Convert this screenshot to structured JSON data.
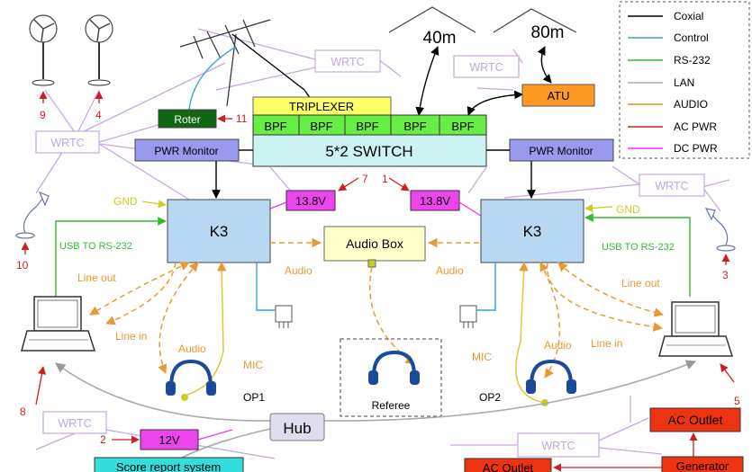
{
  "legend": {
    "items": [
      {
        "label": "Coxial",
        "color": "#000000"
      },
      {
        "label": "Control",
        "color": "#3aa0d8"
      },
      {
        "label": "RS-232",
        "color": "#33bb33"
      },
      {
        "label": "LAN",
        "color": "#aaaaaa"
      },
      {
        "label": "AUDIO",
        "color": "#d49a20"
      },
      {
        "label": "AC PWR",
        "color": "#cc2020"
      },
      {
        "label": "DC PWR",
        "color": "#ee33ee"
      }
    ]
  },
  "antennas": {
    "band_40": "40m",
    "band_80": "80m"
  },
  "blocks": {
    "triplexer": "TRIPLEXER",
    "bpf": [
      "BPF",
      "BPF",
      "BPF",
      "BPF",
      "BPF"
    ],
    "switch": "5*2 SWITCH",
    "atu": "ATU",
    "roter": "Roter",
    "pwr_monitor_left": "PWR Monitor",
    "pwr_monitor_right": "PWR Monitor",
    "k3_left": "K3",
    "k3_right": "K3",
    "audio_box": "Audio Box",
    "dc_left": "13.8V",
    "dc_right": "13.8V",
    "hub": "Hub",
    "dc_12v": "12V",
    "score": "Score report system",
    "ac_outlet_bottom": "AC Outlet",
    "ac_outlet_right": "AC Outlet",
    "generator": "Generator"
  },
  "wrtc": [
    "WRTC",
    "WRTC",
    "WRTC",
    "WRTC",
    "WRTC",
    "WRTC"
  ],
  "labels": {
    "gnd_left": "GND",
    "gnd_right": "GND",
    "usb_left": "USB TO RS-232",
    "usb_right": "USB TO RS-232",
    "audio_a": "Audio",
    "audio_b": "Audio",
    "audio_c": "Audio",
    "audio_d": "Audio",
    "line_out_left": "Line out",
    "line_in_left": "Line in",
    "line_out_right": "Line out",
    "line_in_right": "Line in",
    "mic_left": "MIC",
    "mic_right": "MIC",
    "op1": "OP1",
    "op2": "OP2",
    "referee": "Referee"
  },
  "markers": [
    "1",
    "2",
    "3",
    "4",
    "5",
    "7",
    "8",
    "9",
    "10",
    "11"
  ],
  "colors": {
    "coax": "#000000",
    "control": "#3aa0d8",
    "rs232": "#33bb33",
    "lan": "#aaaaaa",
    "audio": "#e89a30",
    "ac": "#cc2020",
    "dc": "#ee33ee",
    "wrtc_line": "#c9a8e0",
    "k3_fill": "#b7d7f2",
    "switch_fill": "#ccf2f2",
    "bpf_fill": "#66ee44",
    "triplexer_fill": "#ffff66",
    "atu_fill": "#ff9922",
    "roter_fill": "#116611",
    "pwr_fill": "#9999ee",
    "dc_fill": "#ee44ee",
    "audio_box_fill": "#ffffcc",
    "hub_fill": "#ddddee",
    "score_fill": "#33dddd",
    "ac_fill": "#ee3311"
  }
}
